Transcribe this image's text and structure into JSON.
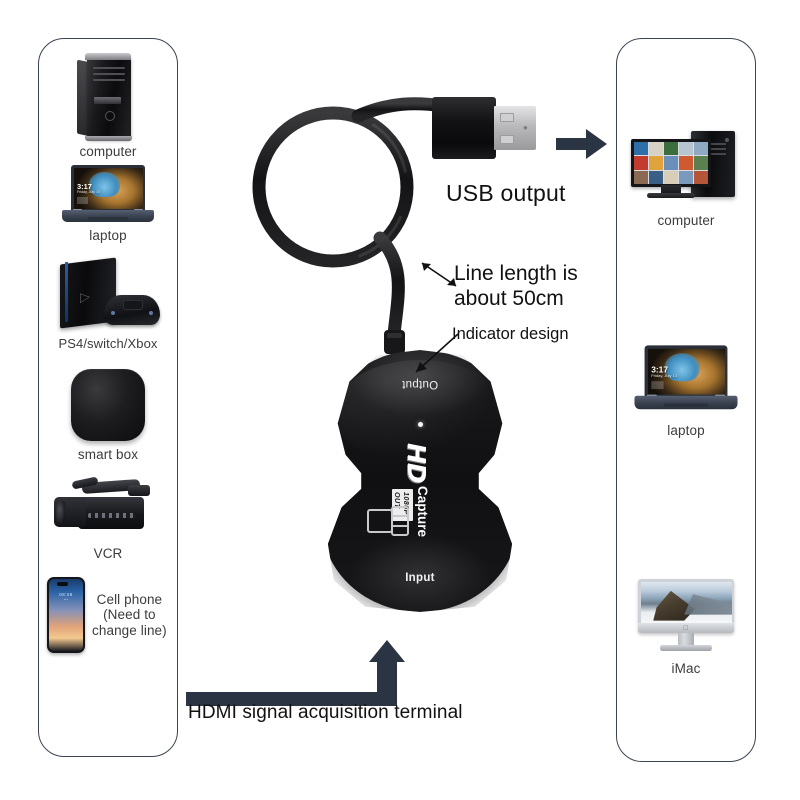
{
  "meta": {
    "title": "HD Capture Card — HDMI signal acquisition terminal infographic",
    "background": "#ffffff"
  },
  "colors": {
    "panel_border": "#3b4252",
    "label_text": "#3c3c3c",
    "annotation_text": "#111111",
    "arrow_fill": "#2b3442",
    "device_body": "#121214",
    "device_text": "#f2f2f2",
    "led_indicator": "#f6f6f6",
    "usb_metal": "#b9b9bc"
  },
  "sources_panel": {
    "name": "input-sources",
    "items": [
      {
        "id": "computer",
        "label": "computer",
        "icon": "desktop-tower-icon"
      },
      {
        "id": "laptop",
        "label": "laptop",
        "icon": "laptop-icon",
        "screen": {
          "time": "3:17",
          "date": "Friday, July 13"
        }
      },
      {
        "id": "console",
        "label": "PS4/switch/Xbox",
        "icon": "game-console-icon"
      },
      {
        "id": "smartbox",
        "label": "smart box",
        "icon": "smart-tv-box-icon"
      },
      {
        "id": "vcr",
        "label": "VCR",
        "icon": "camcorder-icon"
      },
      {
        "id": "phone",
        "label": "Cell phone\n(Need to\nchange line)",
        "label_lines": [
          "Cell phone",
          "(Need to",
          "change line)"
        ],
        "icon": "mobile-phone-icon",
        "screen": {
          "time": "08:08"
        }
      }
    ]
  },
  "outputs_panel": {
    "name": "output-destinations",
    "items": [
      {
        "id": "computer",
        "label": "computer",
        "icon": "desktop-monitor-tower-icon"
      },
      {
        "id": "laptop",
        "label": "laptop",
        "icon": "laptop-icon",
        "screen": {
          "time": "3:17",
          "date": "Friday, July 13"
        }
      },
      {
        "id": "imac",
        "label": "iMac",
        "icon": "imac-icon"
      }
    ]
  },
  "capture_device": {
    "name": "hd-capture-dongle",
    "output_label": "Output",
    "input_label": "Input",
    "brand_primary": "HD",
    "brand_secondary": "Capture",
    "brand_badge": "1080P OUT",
    "indicator": "led-dot",
    "port_glyph": "hdmi-port-icon"
  },
  "annotations": {
    "usb_output": "USB output",
    "line_length": "Line length is about 50cm",
    "line_length_lines": [
      "Line length is",
      "about 50cm"
    ],
    "indicator_design": "Indicator design",
    "hdmi_terminal": "HDMI signal acquisition terminal"
  },
  "arrows": {
    "to_outputs": "right-arrow",
    "to_device": "elbow-up-arrow",
    "line_length_pointer": "double-headed-arrow",
    "indicator_pointer": "single-arrow"
  }
}
